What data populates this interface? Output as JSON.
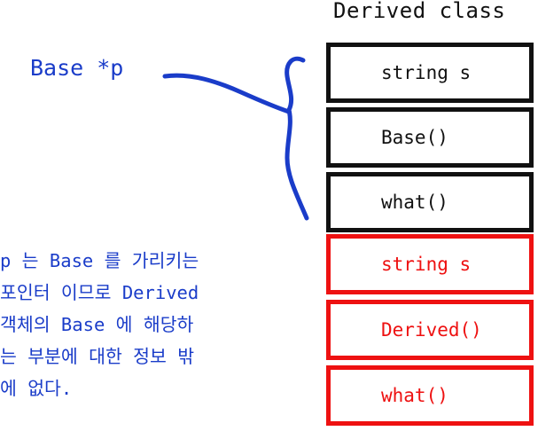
{
  "title": "Derived class",
  "pointer_label": "Base *p",
  "note_lines": [
    "p 는 Base 를 가리키는",
    "포인터 이므로 Derived",
    "객체의 Base 에 해당하",
    "는 부분에 대한 정보 밖",
    "에 없다."
  ],
  "base_members": [
    "string s",
    "Base()",
    "what()"
  ],
  "derived_members": [
    "string s",
    "Derived()",
    "what()"
  ],
  "colors": {
    "annotation": "#1a3cc9",
    "base_border": "#111111",
    "derived": "#ee1111"
  }
}
